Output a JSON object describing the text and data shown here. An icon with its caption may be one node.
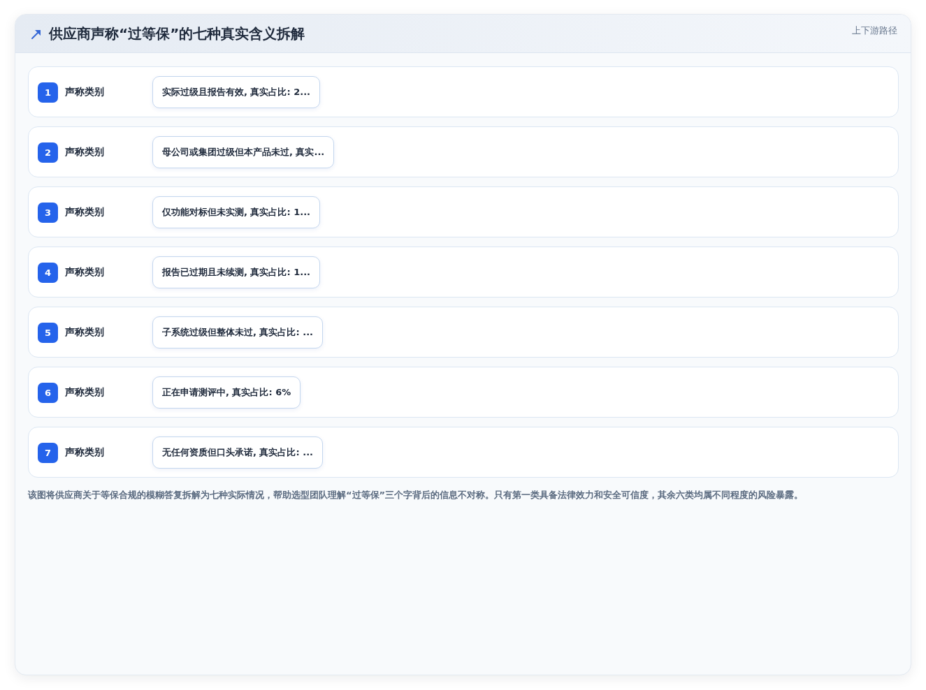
{
  "diagram": {
    "title": "供应商声称“过等保”的七种真实含义拆解",
    "nodes": [
      {
        "text": [
          "声称类别"
        ]
      },
      {
        "text": [
          "1"
        ],
        "in": 0
      },
      {
        "text": [
          "实际过级且报告有效, 真实占比: 2..."
        ],
        "in": 0
      },
      {
        "text": [
          "声称类别"
        ]
      },
      {
        "text": [
          "2"
        ],
        "in": 3
      },
      {
        "text": [
          "母公司或集团过级但本产品未过, 真实..."
        ],
        "in": 3
      },
      {
        "text": [
          "声称类别"
        ]
      },
      {
        "text": [
          "3"
        ],
        "in": 6
      },
      {
        "text": [
          "仅功能对标但未实测, 真实占比: 1..."
        ],
        "in": 6
      },
      {
        "text": [
          "声称类别"
        ]
      },
      {
        "text": [
          "4"
        ],
        "in": 9
      },
      {
        "text": [
          "报告已过期且未续测, 真实占比: 1..."
        ],
        "in": 9
      },
      {
        "text": [
          "声称类别"
        ]
      },
      {
        "text": [
          "5"
        ],
        "in": 12
      },
      {
        "text": [
          "子系统过级但整体未过, 真实占比: ..."
        ],
        "in": 12
      },
      {
        "text": [
          "声称类别"
        ]
      },
      {
        "text": [
          "6"
        ],
        "in": 15
      },
      {
        "text": [
          "正在申请测评中, 真实占比: 6%"
        ],
        "in": 15
      },
      {
        "text": [
          "声称类别"
        ]
      },
      {
        "text": [
          "7"
        ],
        "in": 18
      },
      {
        "text": [
          "无任何资质但口头承诺, 真实占比: ..."
        ],
        "in": 18
      }
    ],
    "labels": [
      "上下游路径"
    ],
    "caption": "该图将供应商关于等保合规的模糊答复拆解为七种实际情况，帮助选型团队理解“过等保”三个字背后的信息不对称。只有第一类具备法律效力和安全可信度，其余六类均属不同程度的风险暴露。"
  }
}
